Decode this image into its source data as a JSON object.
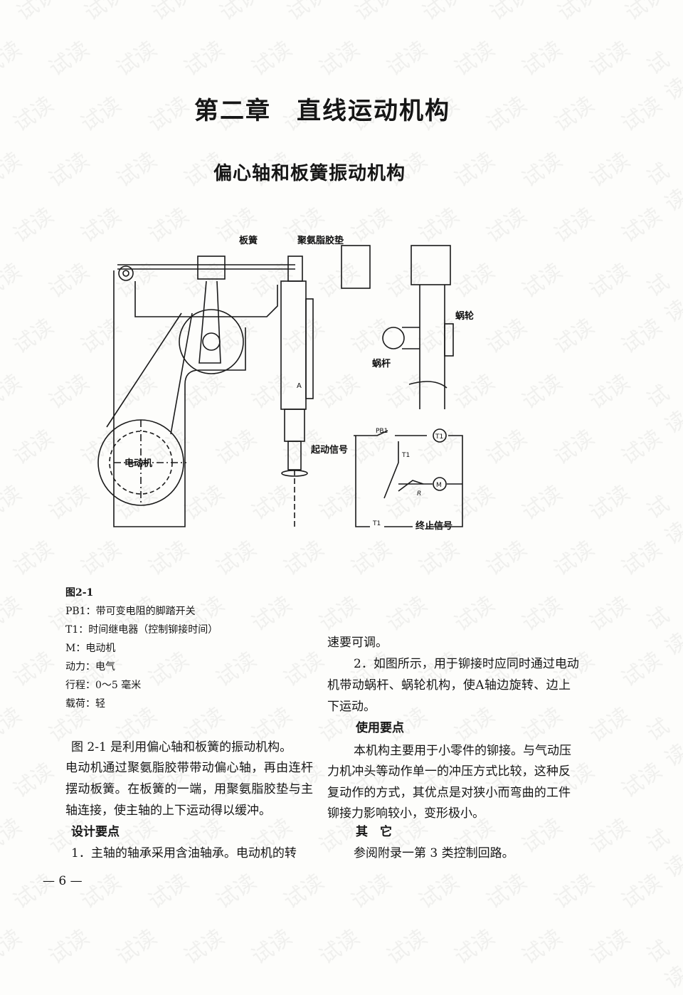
{
  "watermark": "试读",
  "chapter_title": "第二章　直线运动机构",
  "section_title": "偏心轴和板簧振动机构",
  "figure": {
    "labels": {
      "leaf_spring": "板簧",
      "urethane_pad": "聚氨脂胶垫",
      "worm_wheel": "蜗轮",
      "worm": "蜗杆",
      "motor": "电动机",
      "axis_a": "A",
      "start_signal": "起动信号",
      "pb1": "PB1",
      "t1_top": "T1",
      "t1_circle": "T1",
      "r": "R",
      "m": "M",
      "t1_bottom": "T1",
      "end_signal": "终止信号"
    },
    "caption": [
      "图2-1",
      "PB1：带可变电阻的脚踏开关",
      "T1：时间继电器（控制铆接时间）",
      "M：电动机",
      "动力：电气",
      "行程：0～5 毫米",
      "载荷：轻"
    ]
  },
  "left_column": {
    "paragraph": [
      "图 2-1 是利用偏心轴和板簧的振动机构。",
      "电动机通过聚氨脂胶带带动偏心轴，再由连杆",
      "摆动板簧。在板簧的一端，用聚氨脂胶垫与主",
      "轴连接，使主轴的上下运动得以缓冲。"
    ],
    "design_heading": "设计要点",
    "design_item1": "1．主轴的轴承采用含油轴承。电动机的转"
  },
  "right_column": {
    "design_cont": [
      "速要可调。",
      "2．如图所示，用于铆接时应同时通过电动",
      "机带动蜗杆、蜗轮机构，使A轴边旋转、边上",
      "下运动。"
    ],
    "usage_heading": "使用要点",
    "usage": [
      "本机构主要用于小零件的铆接。与气动压",
      "力机冲头等动作单一的冲压方式比较，这种反",
      "复动作的方式，其优点是对狭小而弯曲的工件",
      "铆接力影响较小，变形极小。"
    ],
    "other_heading": "其　它",
    "other_text": "参阅附录一第 3 类控制回路。"
  },
  "page_number": "— 6 —"
}
